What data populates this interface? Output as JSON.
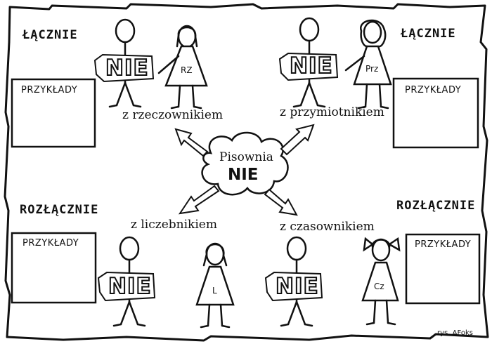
{
  "quadrants": {
    "top_left": {
      "heading": "ŁĄCZNIE",
      "phrase": "z rzeczownikiem",
      "box_label": "PRZYKŁADY",
      "sign": "NIE",
      "dress_label": "RZ"
    },
    "top_right": {
      "heading": "ŁĄCZNIE",
      "phrase": "z przymiotnikiem",
      "box_label": "PRZYKŁADY",
      "sign": "NIE",
      "dress_label": "Prz"
    },
    "bottom_left": {
      "heading": "ROZŁĄCZNIE",
      "phrase": "z liczebnikiem",
      "box_label": "PRZYKŁADY",
      "sign": "NIE",
      "dress_label": "L"
    },
    "bottom_right": {
      "heading": "ROZŁĄCZNIE",
      "phrase": "z czasownikiem",
      "box_label": "PRZYKŁADY",
      "sign": "NIE",
      "dress_label": "Cz"
    }
  },
  "center": {
    "title": "Pisownia",
    "big": "NIE"
  },
  "signature": "rys. AFoks"
}
